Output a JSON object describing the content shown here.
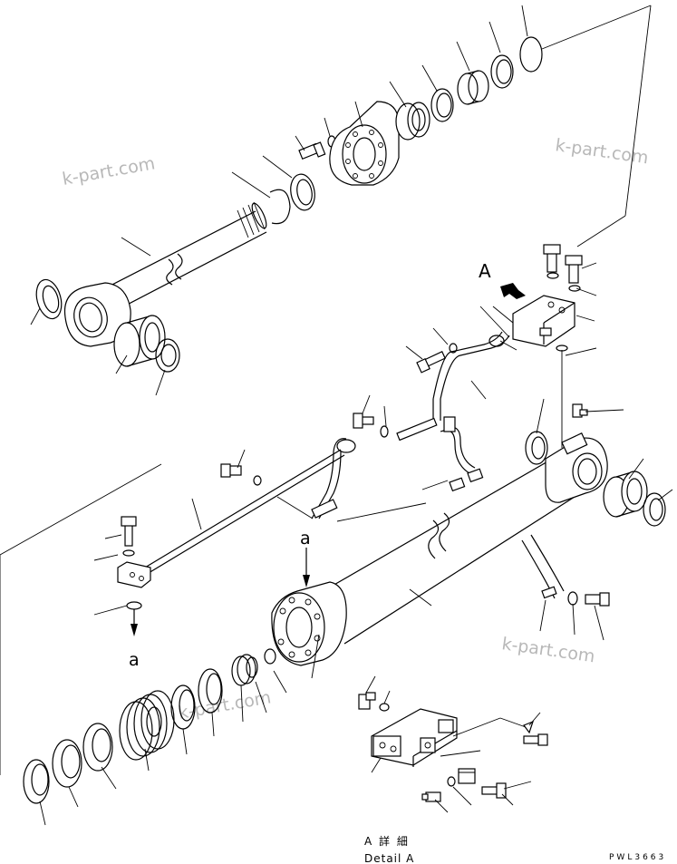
{
  "watermark": "k-part.com",
  "view_label": "A",
  "section_label": "a",
  "detail": {
    "japanese": "A 詳 細",
    "english": "Detail A"
  },
  "drawing_code": "PWL3663"
}
